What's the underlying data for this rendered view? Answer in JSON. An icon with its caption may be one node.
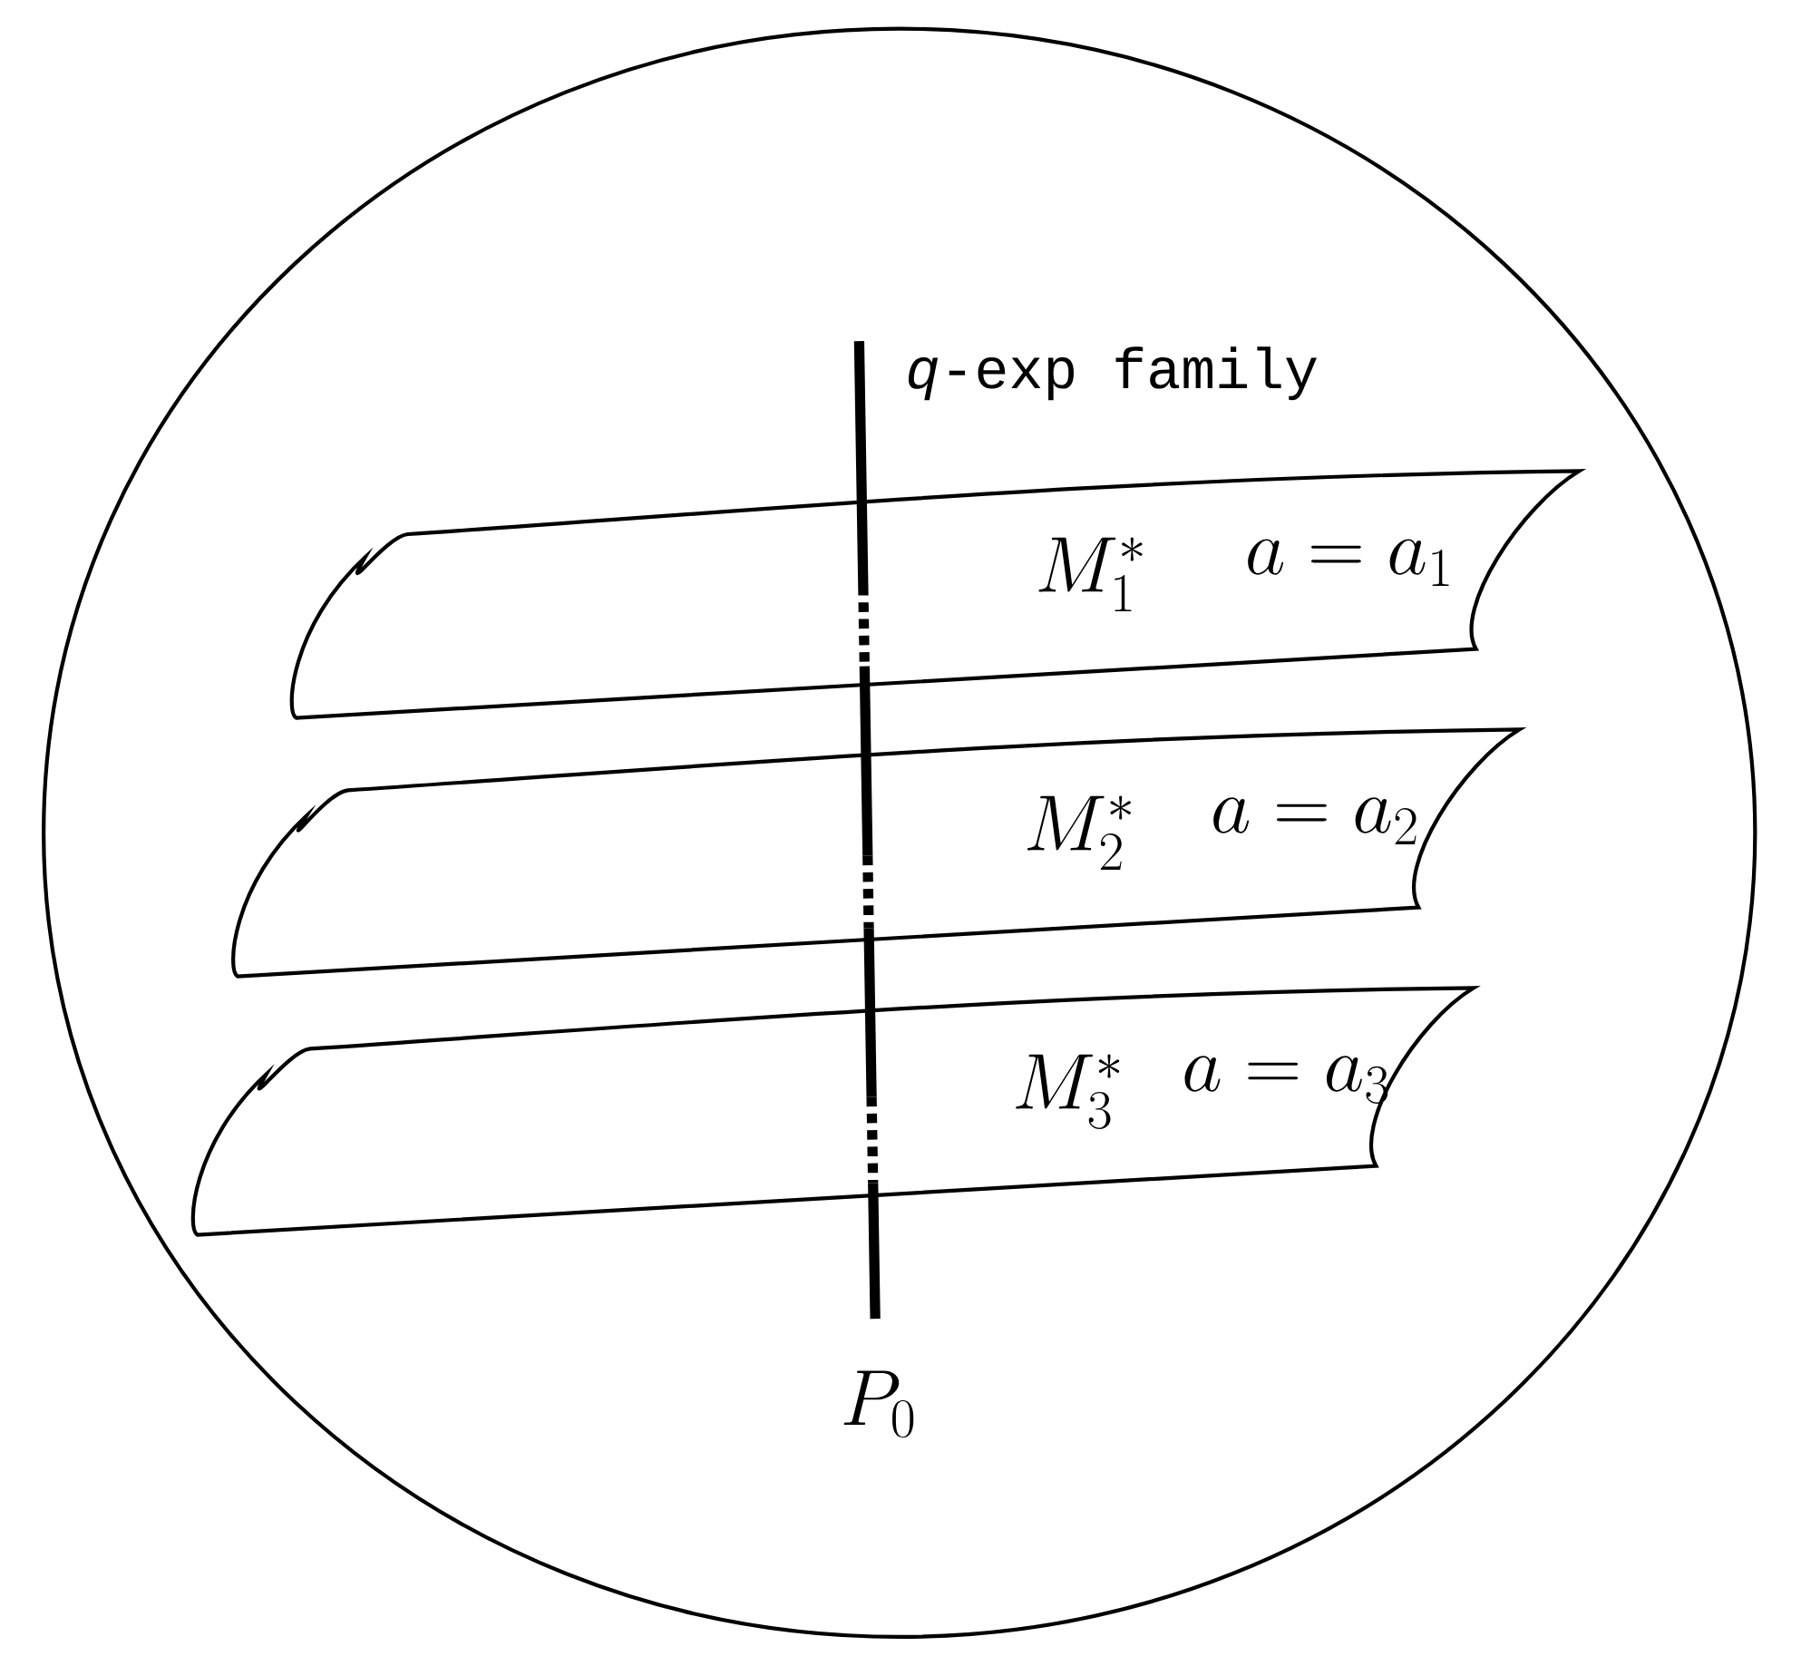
{
  "diagram": {
    "nodes": [
      {
        "text": [
          "M_1^*",
          "a = a_1"
        ]
      },
      {
        "text": [
          "M_2^*",
          "a = a_2"
        ]
      },
      {
        "text": [
          "M_3^*",
          "a = a_3"
        ]
      }
    ],
    "labels": [
      "*q*-exp family",
      "P_0"
    ]
  }
}
